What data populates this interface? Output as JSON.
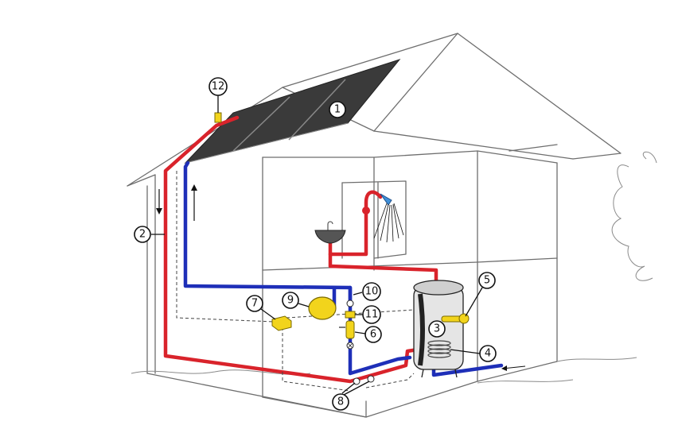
{
  "callouts": [
    {
      "id": "1",
      "label": "1"
    },
    {
      "id": "2",
      "label": "2"
    },
    {
      "id": "3",
      "label": "3"
    },
    {
      "id": "4",
      "label": "4"
    },
    {
      "id": "5",
      "label": "5"
    },
    {
      "id": "6",
      "label": "6"
    },
    {
      "id": "7",
      "label": "7"
    },
    {
      "id": "8",
      "label": "8"
    },
    {
      "id": "9",
      "label": "9"
    },
    {
      "id": "10",
      "label": "10"
    },
    {
      "id": "11",
      "label": "11"
    },
    {
      "id": "12",
      "label": "12"
    }
  ],
  "colors": {
    "hot_pipe": "#d9232b",
    "cold_pipe": "#1e2fb8",
    "collector": "#3a3a3a",
    "component_yellow": "#f2d41c",
    "tank_gray": "#d8d8d8",
    "shower_blue": "#3f8fd8"
  }
}
